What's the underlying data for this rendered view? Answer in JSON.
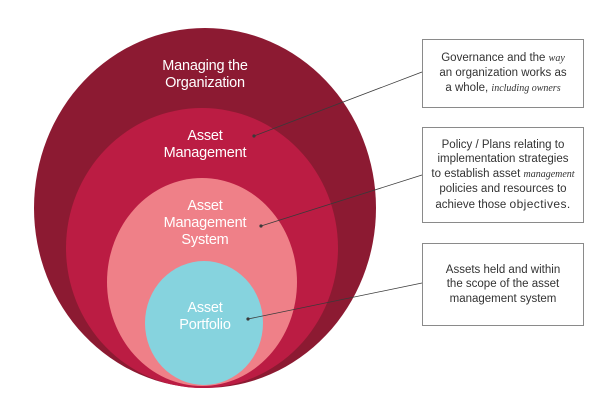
{
  "colors": {
    "organization": "#8c1a32",
    "asset_management": "#bb1c43",
    "asset_management_system": "#ef8088",
    "asset_portfolio": "#86d3de",
    "connector": "#3a3a3a",
    "box_border": "#8a8a8a"
  },
  "circles": [
    {
      "id": "organization",
      "lines": [
        "Managing the",
        "Organization"
      ]
    },
    {
      "id": "asset_management",
      "lines": [
        "Asset",
        "Management"
      ]
    },
    {
      "id": "asset_management_system",
      "lines": [
        "Asset",
        "Management",
        "System"
      ]
    },
    {
      "id": "asset_portfolio",
      "lines": [
        "Asset",
        "Portfolio"
      ]
    }
  ],
  "descriptions": [
    {
      "target": "asset_management",
      "lines": [
        {
          "parts": [
            "Governance and the ",
            "way"
          ]
        },
        {
          "parts": [
            "an organization works as"
          ]
        },
        {
          "parts": [
            "a whole, ",
            "including owners"
          ]
        }
      ]
    },
    {
      "target": "asset_management_system",
      "lines": [
        {
          "parts": [
            "Policy / Plans relating to"
          ]
        },
        {
          "parts": [
            "implementation strategies"
          ]
        },
        {
          "parts": [
            "to establish asset ",
            "management"
          ]
        },
        {
          "parts": [
            "policies and resources to"
          ]
        },
        {
          "parts": [
            "achieve those ",
            "objectives."
          ]
        }
      ]
    },
    {
      "target": "asset_portfolio",
      "lines": [
        {
          "parts": [
            "Assets held and within"
          ]
        },
        {
          "parts": [
            "the scope of the asset"
          ]
        },
        {
          "parts": [
            "management system"
          ]
        }
      ]
    }
  ]
}
